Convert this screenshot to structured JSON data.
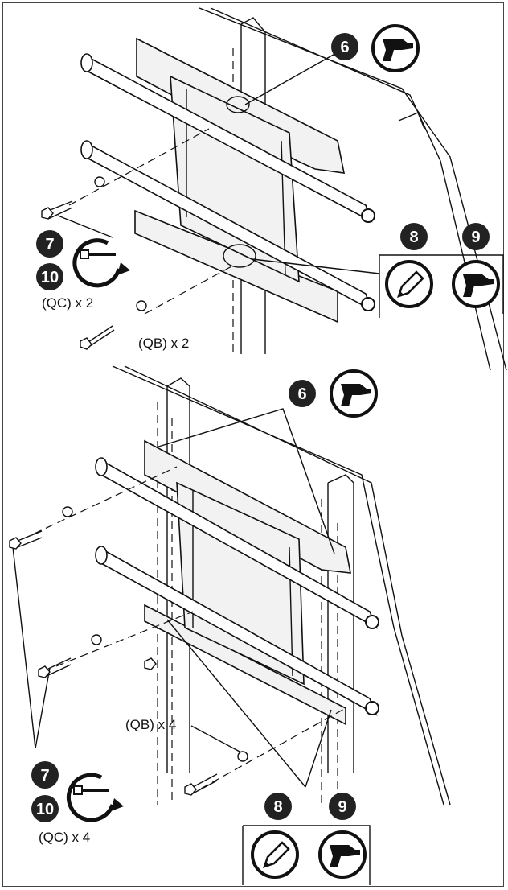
{
  "steps": {
    "six_top": "6",
    "seven_top": "7",
    "ten_top": "10",
    "eight_top": "8",
    "nine_top": "9",
    "six_bottom": "6",
    "seven_bottom": "7",
    "ten_bottom": "10",
    "eight_bottom": "8",
    "nine_bottom": "9"
  },
  "labels": {
    "qc_top": "(QC) x 2",
    "qb_top": "(QB) x 2",
    "qb_bottom": "(QB) x 4",
    "qc_bottom": "(QC) x 4"
  },
  "icons": [
    "drill-icon",
    "pencil-icon",
    "wrench-rotate-icon"
  ]
}
